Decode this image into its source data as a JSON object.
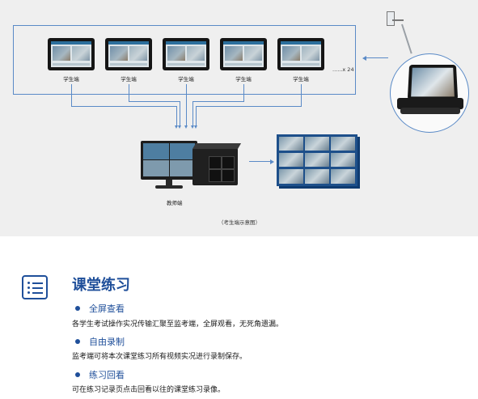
{
  "diagram": {
    "student_label": "学生端",
    "multiplier": "......x 24",
    "teacher_label": "教师端",
    "caption": "（考生端示意图）",
    "accent_color": "#5a8ac7"
  },
  "section": {
    "icon": "list-icon",
    "title": "课堂练习",
    "title_color": "#1f4f9a",
    "items": [
      {
        "title": "全屏查看",
        "desc": "各学生考试操作实况传输汇聚至监考端，全屏观看，无死角遗漏。"
      },
      {
        "title": "自由录制",
        "desc": "监考端可将本次课堂练习所有视频实况进行录制保存。"
      },
      {
        "title": "练习回看",
        "desc": "可在练习记录页点击回看以往的课堂练习录像。"
      }
    ]
  }
}
